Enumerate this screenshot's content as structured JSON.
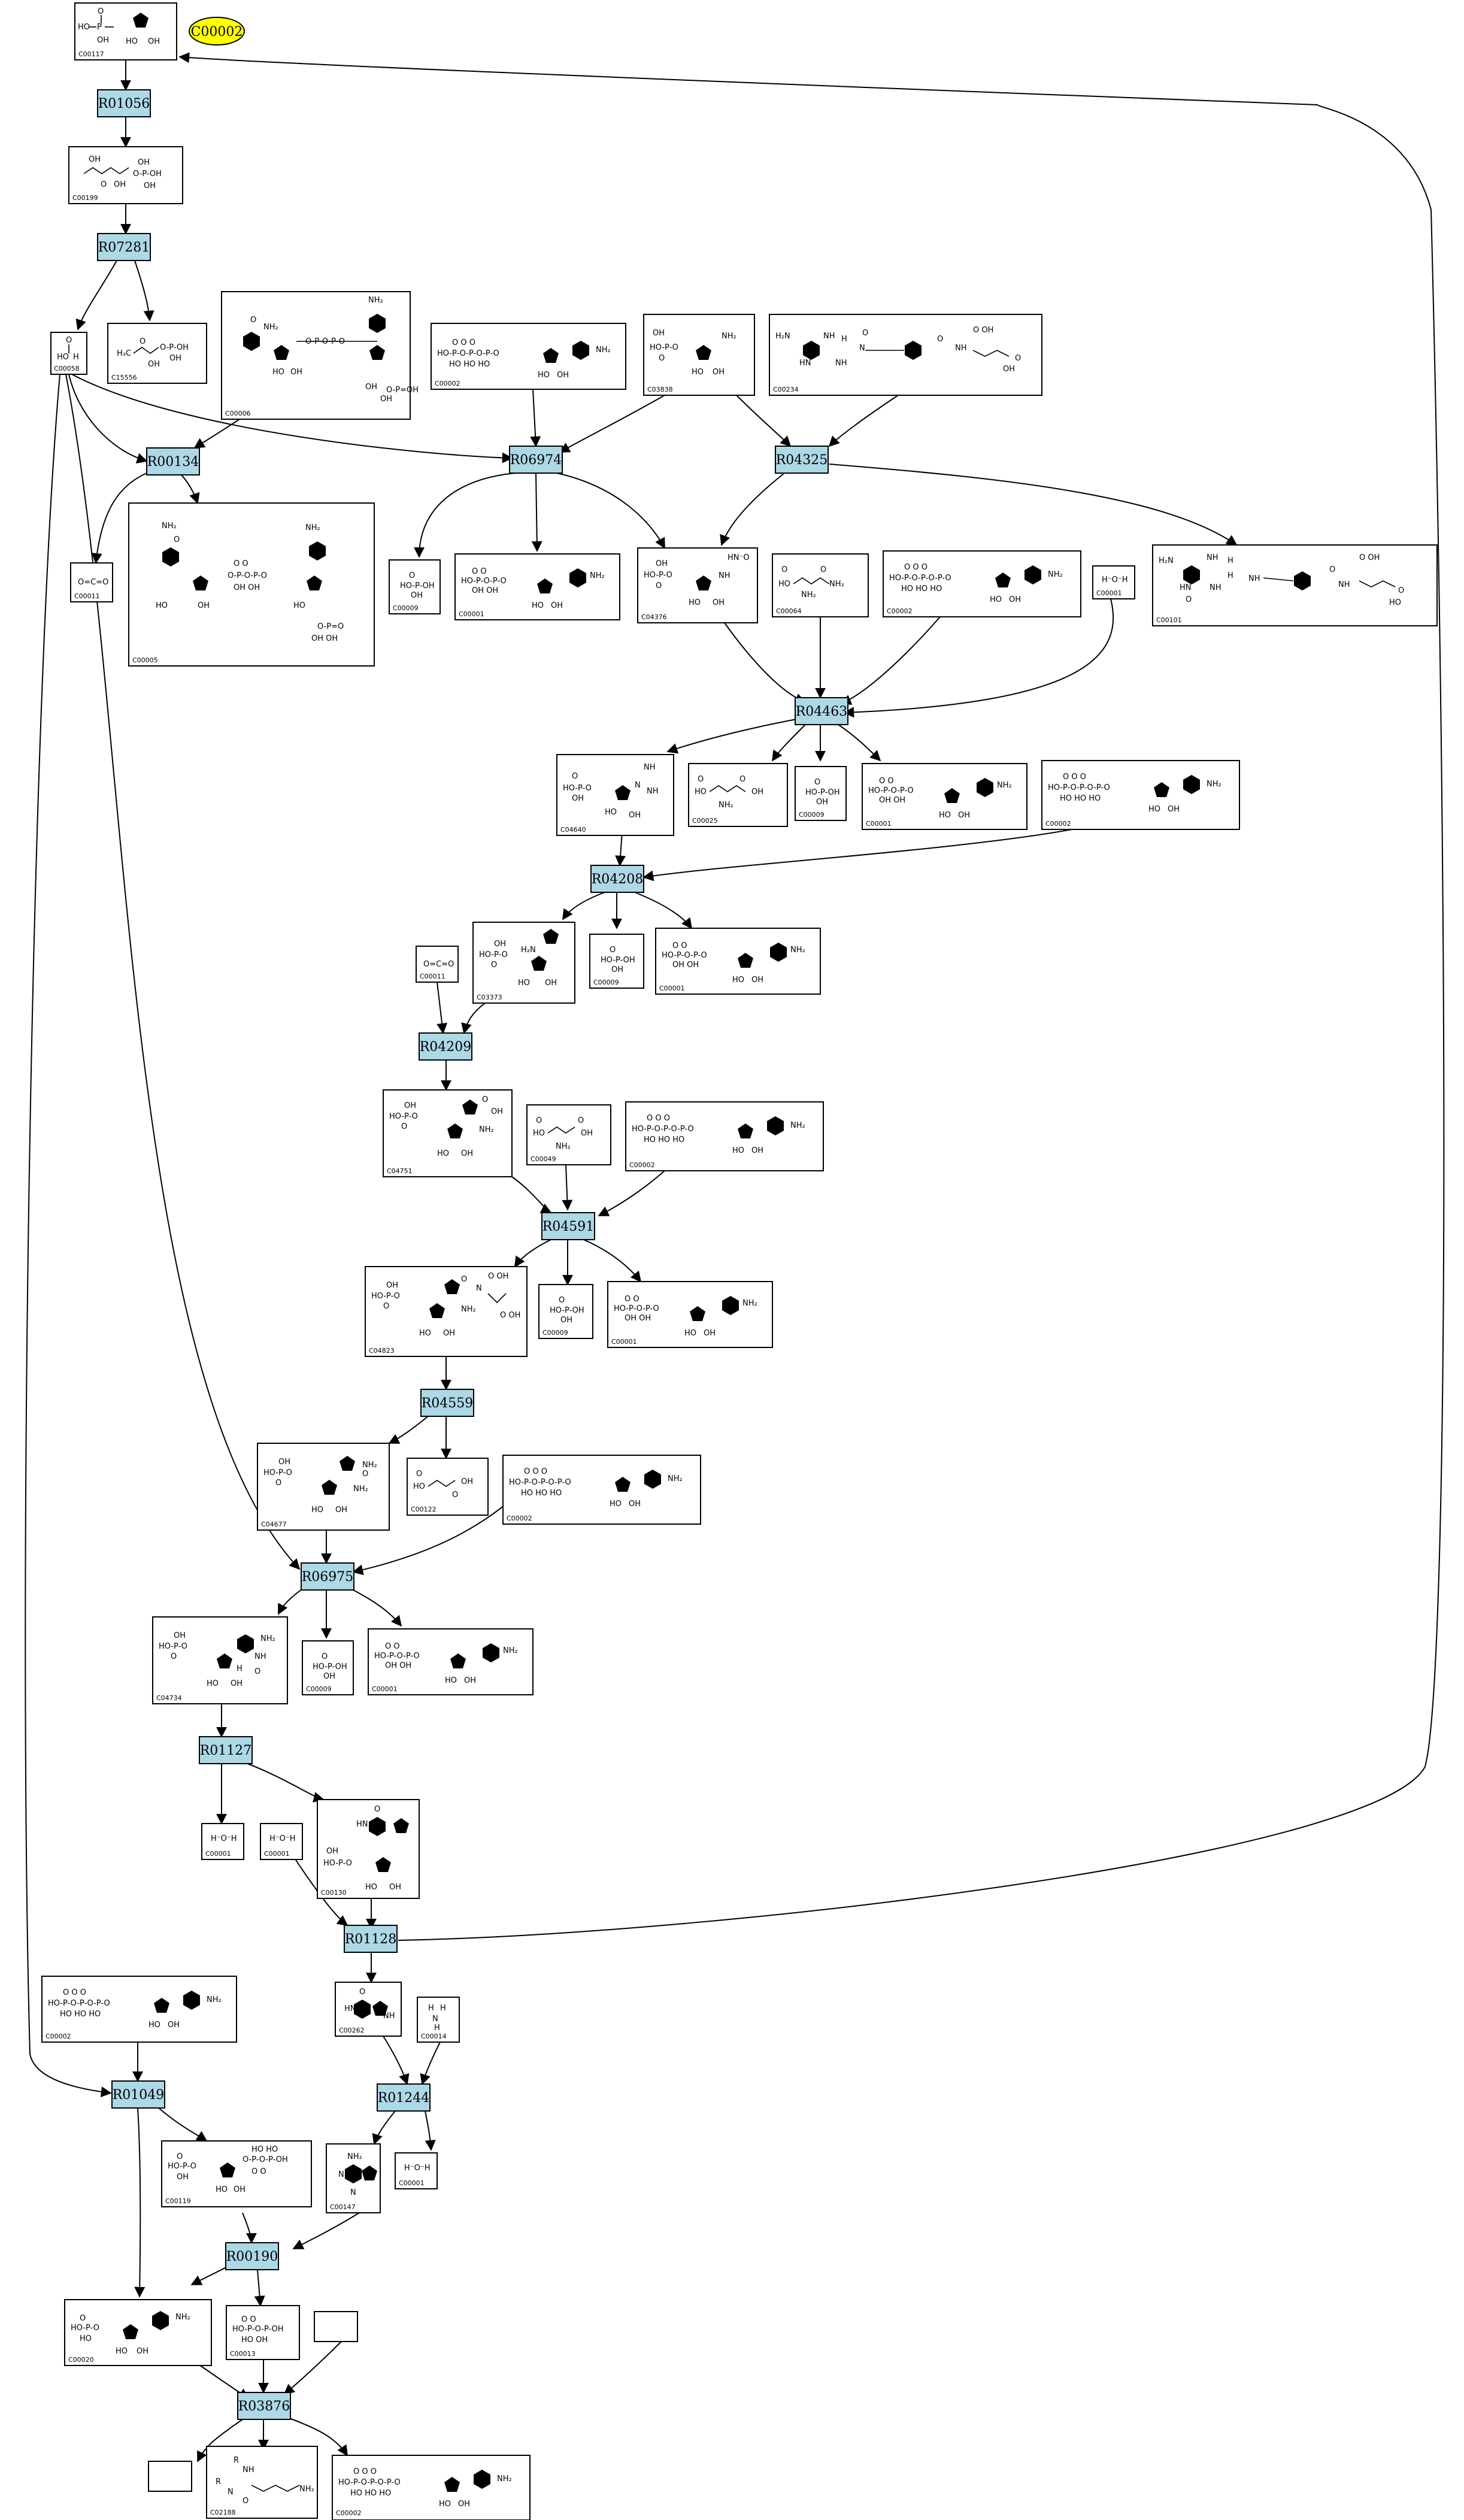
{
  "colors": {
    "reaction_fill": "#add8e6",
    "highlight_fill": "#ffff00",
    "edge": "#000000",
    "box_border": "#000000"
  },
  "highlight": {
    "label": "C00002"
  },
  "reactions": {
    "r1": "R01056",
    "r2": "R07281",
    "r3": "R00134",
    "r4": "R06974",
    "r5": "R04325",
    "r6": "R04463",
    "r7": "R04208",
    "r8": "R04209",
    "r9": "R04591",
    "r10": "R04559",
    "r11": "R06975",
    "r12": "R01127",
    "r13": "R01128",
    "r14": "R01049",
    "r15": "R01244",
    "r16": "R00190",
    "r17": "R03876"
  },
  "compounds": {
    "c1": "C00117",
    "c2": "C00199",
    "c3": "C00058",
    "c4": "C15556",
    "c5": "C00006",
    "c6": "C00002",
    "c7": "C03838",
    "c8": "C00234",
    "c9": "C00011",
    "c10": "C00005",
    "c11": "C00009",
    "c12": "C00001",
    "c13": "C04376",
    "c14": "C00064",
    "c15": "C00002",
    "c16": "C00001",
    "c17": "C00101",
    "c18": "C04640",
    "c19": "C00025",
    "c20": "C00009",
    "c21": "C00001",
    "c22": "C00002",
    "c23": "C00011",
    "c24": "C03373",
    "c25": "C00009",
    "c26": "C00001",
    "c27": "C04751",
    "c28": "C00049",
    "c29": "C00002",
    "c30": "C04823",
    "c31": "C00009",
    "c32": "C00001",
    "c33": "C04677",
    "c34": "C00122",
    "c35": "C00002",
    "c36": "C04734",
    "c37": "C00009",
    "c38": "C00001",
    "c39": "C00001",
    "c40": "C00001",
    "c41": "C00130",
    "c42": "C00002",
    "c43": "C00262",
    "c44": "C00014",
    "c45": "C00119",
    "c46": "C00147",
    "c47": "C00001",
    "c48": "C00020",
    "c49": "C00013",
    "c50": "C02188",
    "c51": "C00002"
  }
}
